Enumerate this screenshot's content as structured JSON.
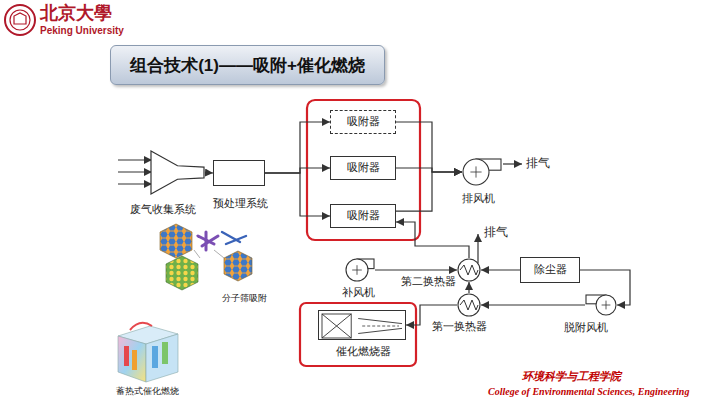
{
  "diagram": {
    "title": "组合技术(1)——吸附+催化燃烧",
    "nodes": [
      {
        "text": [
          "废气收集系统"
        ]
      },
      {
        "text": [
          "预处理系统"
        ]
      },
      {
        "text": [
          "吸附器"
        ]
      },
      {
        "text": [
          "吸附器"
        ]
      },
      {
        "text": [
          "吸附器"
        ]
      },
      {
        "text": [
          "排风机"
        ]
      },
      {
        "text": [
          "补风机"
        ]
      },
      {
        "text": [
          "第二换热器"
        ]
      },
      {
        "text": [
          "除尘器"
        ]
      },
      {
        "text": [
          "第一换热器"
        ]
      },
      {
        "text": [
          "脱附风机"
        ]
      },
      {
        "text": [
          "催化燃烧器"
        ]
      }
    ],
    "edges": [
      {
        "from": 0,
        "to": 1,
        "arrow": "to"
      },
      {
        "from": 1,
        "to": 2,
        "arrow": "to"
      },
      {
        "from": 1,
        "to": 3,
        "arrow": "to"
      },
      {
        "from": 1,
        "to": 4,
        "arrow": "to"
      },
      {
        "from": 2,
        "to": 5,
        "arrow": "to"
      },
      {
        "from": 3,
        "to": 5,
        "arrow": "to"
      },
      {
        "from": 4,
        "to": 5,
        "arrow": "to"
      },
      {
        "from": 6,
        "to": 7,
        "arrow": "to"
      },
      {
        "from": 7,
        "to": 4,
        "arrow": "to"
      },
      {
        "from": 8,
        "to": 7,
        "arrow": "to"
      },
      {
        "from": 8,
        "to": 10,
        "arrow": "to"
      },
      {
        "from": 10,
        "to": 9,
        "arrow": "to"
      },
      {
        "from": 9,
        "to": 11,
        "arrow": "to"
      },
      {
        "from": 9,
        "to": 7,
        "arrow": "to"
      }
    ],
    "labels": [
      "北京大學",
      "Peking University",
      "排气",
      "排气",
      "分子筛吸附",
      "蓄热式催化燃烧",
      "环境科学与工程学院",
      "College of Environmental Sciences, Engineering"
    ]
  }
}
